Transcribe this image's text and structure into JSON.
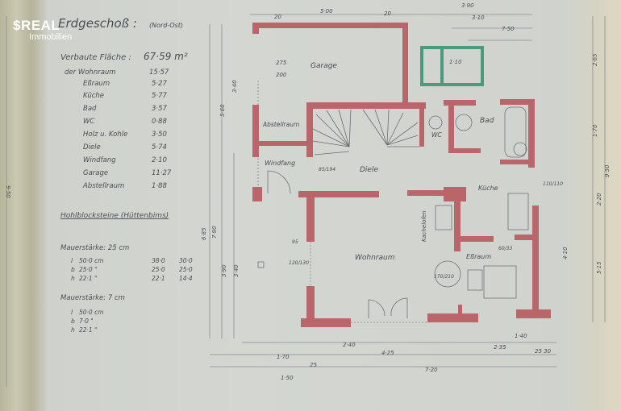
{
  "logo": {
    "brand": "$REAL",
    "sub": "Immobilien"
  },
  "heading": {
    "title": "Erdgeschoß :",
    "subtitle": "(Nord-Ost)"
  },
  "area": {
    "label": "Verbaute Fläche :",
    "total": "67·59 m²",
    "rows": [
      {
        "name": "der Wohnraum",
        "value": "15·57"
      },
      {
        "name": "Eßraum",
        "value": "5·27"
      },
      {
        "name": "Küche",
        "value": "5·77"
      },
      {
        "name": "Bad",
        "value": "3·57"
      },
      {
        "name": "WC",
        "value": "0·88"
      },
      {
        "name": "Holz u. Kohle",
        "value": "3·50"
      },
      {
        "name": "Diele",
        "value": "5·74"
      },
      {
        "name": "Windfang",
        "value": "2·10"
      },
      {
        "name": "Garage",
        "value": "11·27"
      },
      {
        "name": "Abstellraum",
        "value": "1·88"
      }
    ],
    "unit_mark": "\""
  },
  "material": {
    "title": "Hohlblocksteine (Hüttenbims)",
    "wall25": {
      "label": "Mauerstärke: 25 cm",
      "rows": [
        [
          "l",
          "50·0 cm",
          "38·0",
          "30·0"
        ],
        [
          "b",
          "25·0 \"",
          "25·0",
          "25·0"
        ],
        [
          "h",
          "22·1 \"",
          "22·1",
          "14·4"
        ]
      ]
    },
    "wall7": {
      "label": "Mauerstärke: 7 cm",
      "rows": [
        [
          "l",
          "50·0 cm"
        ],
        [
          "b",
          "7·0 \""
        ],
        [
          "h",
          "22·1 \""
        ]
      ]
    }
  },
  "rooms": {
    "garage": "Garage",
    "garage_door": [
      "275",
      "200"
    ],
    "abstellraum": "Abstellraum",
    "windfang": "Windfang",
    "diele": "Diele",
    "wc": "WC",
    "bad": "Bad",
    "kueche": "Küche",
    "wohnraum": "Wohnraum",
    "essraum": "Eßraum",
    "kachelofen": "Kachelofen",
    "skylight": "1·10"
  },
  "dimensions": {
    "top": [
      "5·00",
      "3·90",
      "3·10",
      "7·50",
      "20",
      "20"
    ],
    "right": [
      "2·65",
      "1·70",
      "9·50",
      "2·20",
      "4·10",
      "5·15"
    ],
    "left": [
      "5·60",
      "3·40",
      "6·85",
      "7·90",
      "3·90",
      "3·40",
      "9·50"
    ],
    "bottom": [
      "2·40",
      "4·25",
      "2·35",
      "1·40",
      "1·70",
      "1·50",
      "7·20",
      "25",
      "25 30"
    ],
    "misc": [
      "85/194",
      "170/210",
      "120/130",
      "110/110",
      "95",
      "60/33"
    ]
  },
  "colors": {
    "wall": "#b9656a",
    "skylight": "#4a9a7e",
    "ink": "#4a4d55"
  }
}
